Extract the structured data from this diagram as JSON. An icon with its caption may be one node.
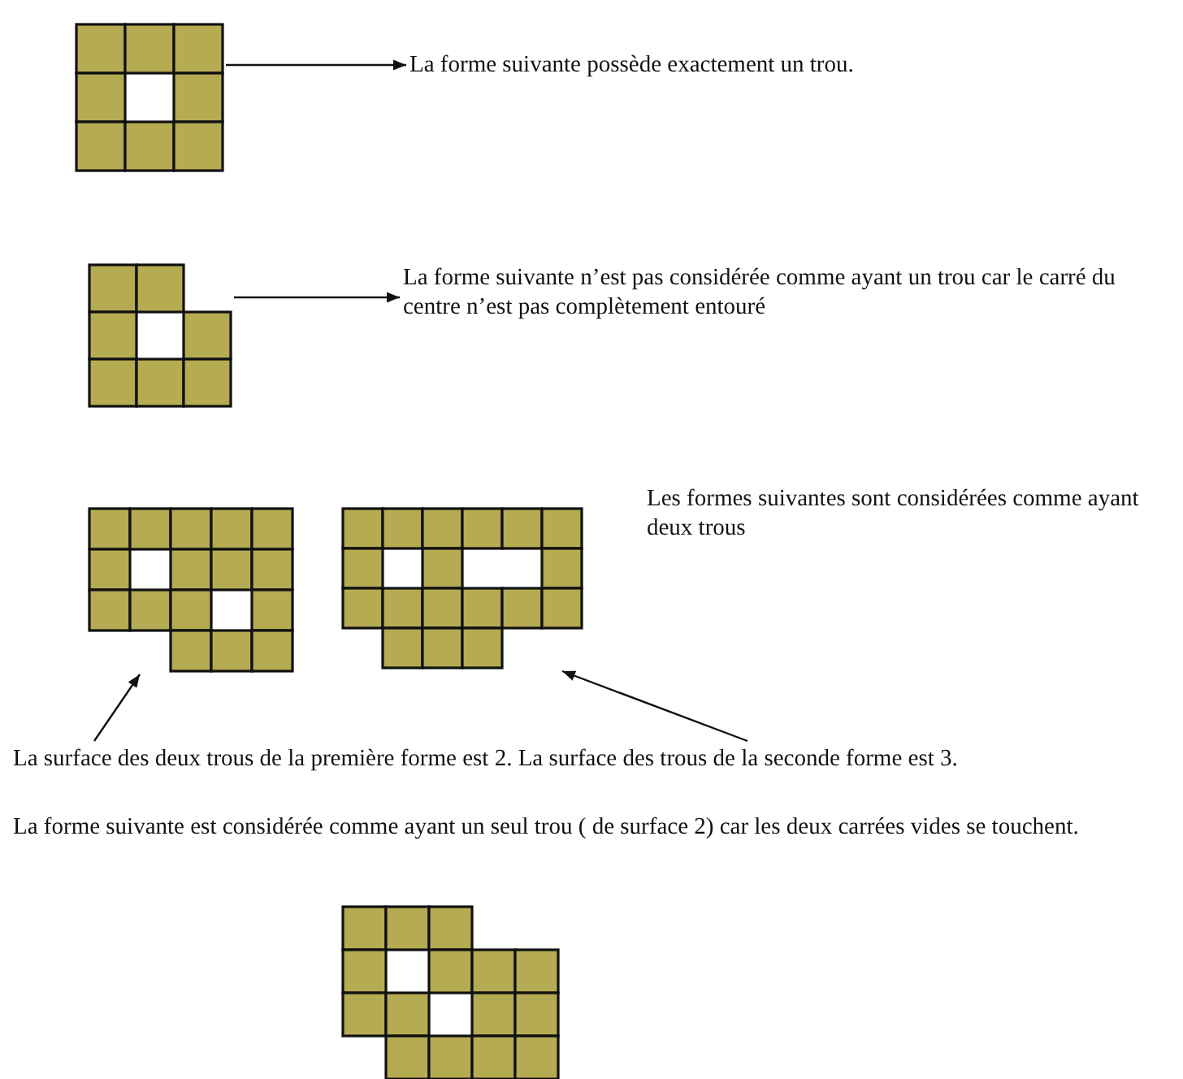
{
  "diagram": {
    "nodes": [
      {
        "text": [],
        "shape": "picture"
      },
      {
        "text": [
          "La forme suivante possède exactement un trou."
        ]
      },
      {
        "text": [],
        "shape": "picture"
      },
      {
        "text": [
          "La forme suivante n’est pas considérée comme ayant un trou car le carré du centre n’est pas complètement entouré"
        ]
      },
      {
        "text": [],
        "shape": "picture"
      },
      {
        "text": [],
        "shape": "picture"
      },
      {
        "text": [
          "La surface des deux trous de la première forme est 2. La surface des trous de la seconde forme est 3."
        ]
      },
      {
        "text": [],
        "shape": "picture"
      }
    ],
    "edges": [
      {
        "from": 0,
        "to": 1,
        "arrow": "to"
      },
      {
        "from": 2,
        "to": 3,
        "arrow": "to"
      },
      {
        "from": 6,
        "to": 4,
        "arrow": "to"
      },
      {
        "from": 6,
        "to": 5,
        "arrow": "to"
      }
    ],
    "labels": [
      "Les formes suivantes sont considérées comme ayant deux trous",
      "La forme suivante est considérée comme ayant un seul trou ( de surface 2) car les deux carrées vides se touchent."
    ]
  }
}
